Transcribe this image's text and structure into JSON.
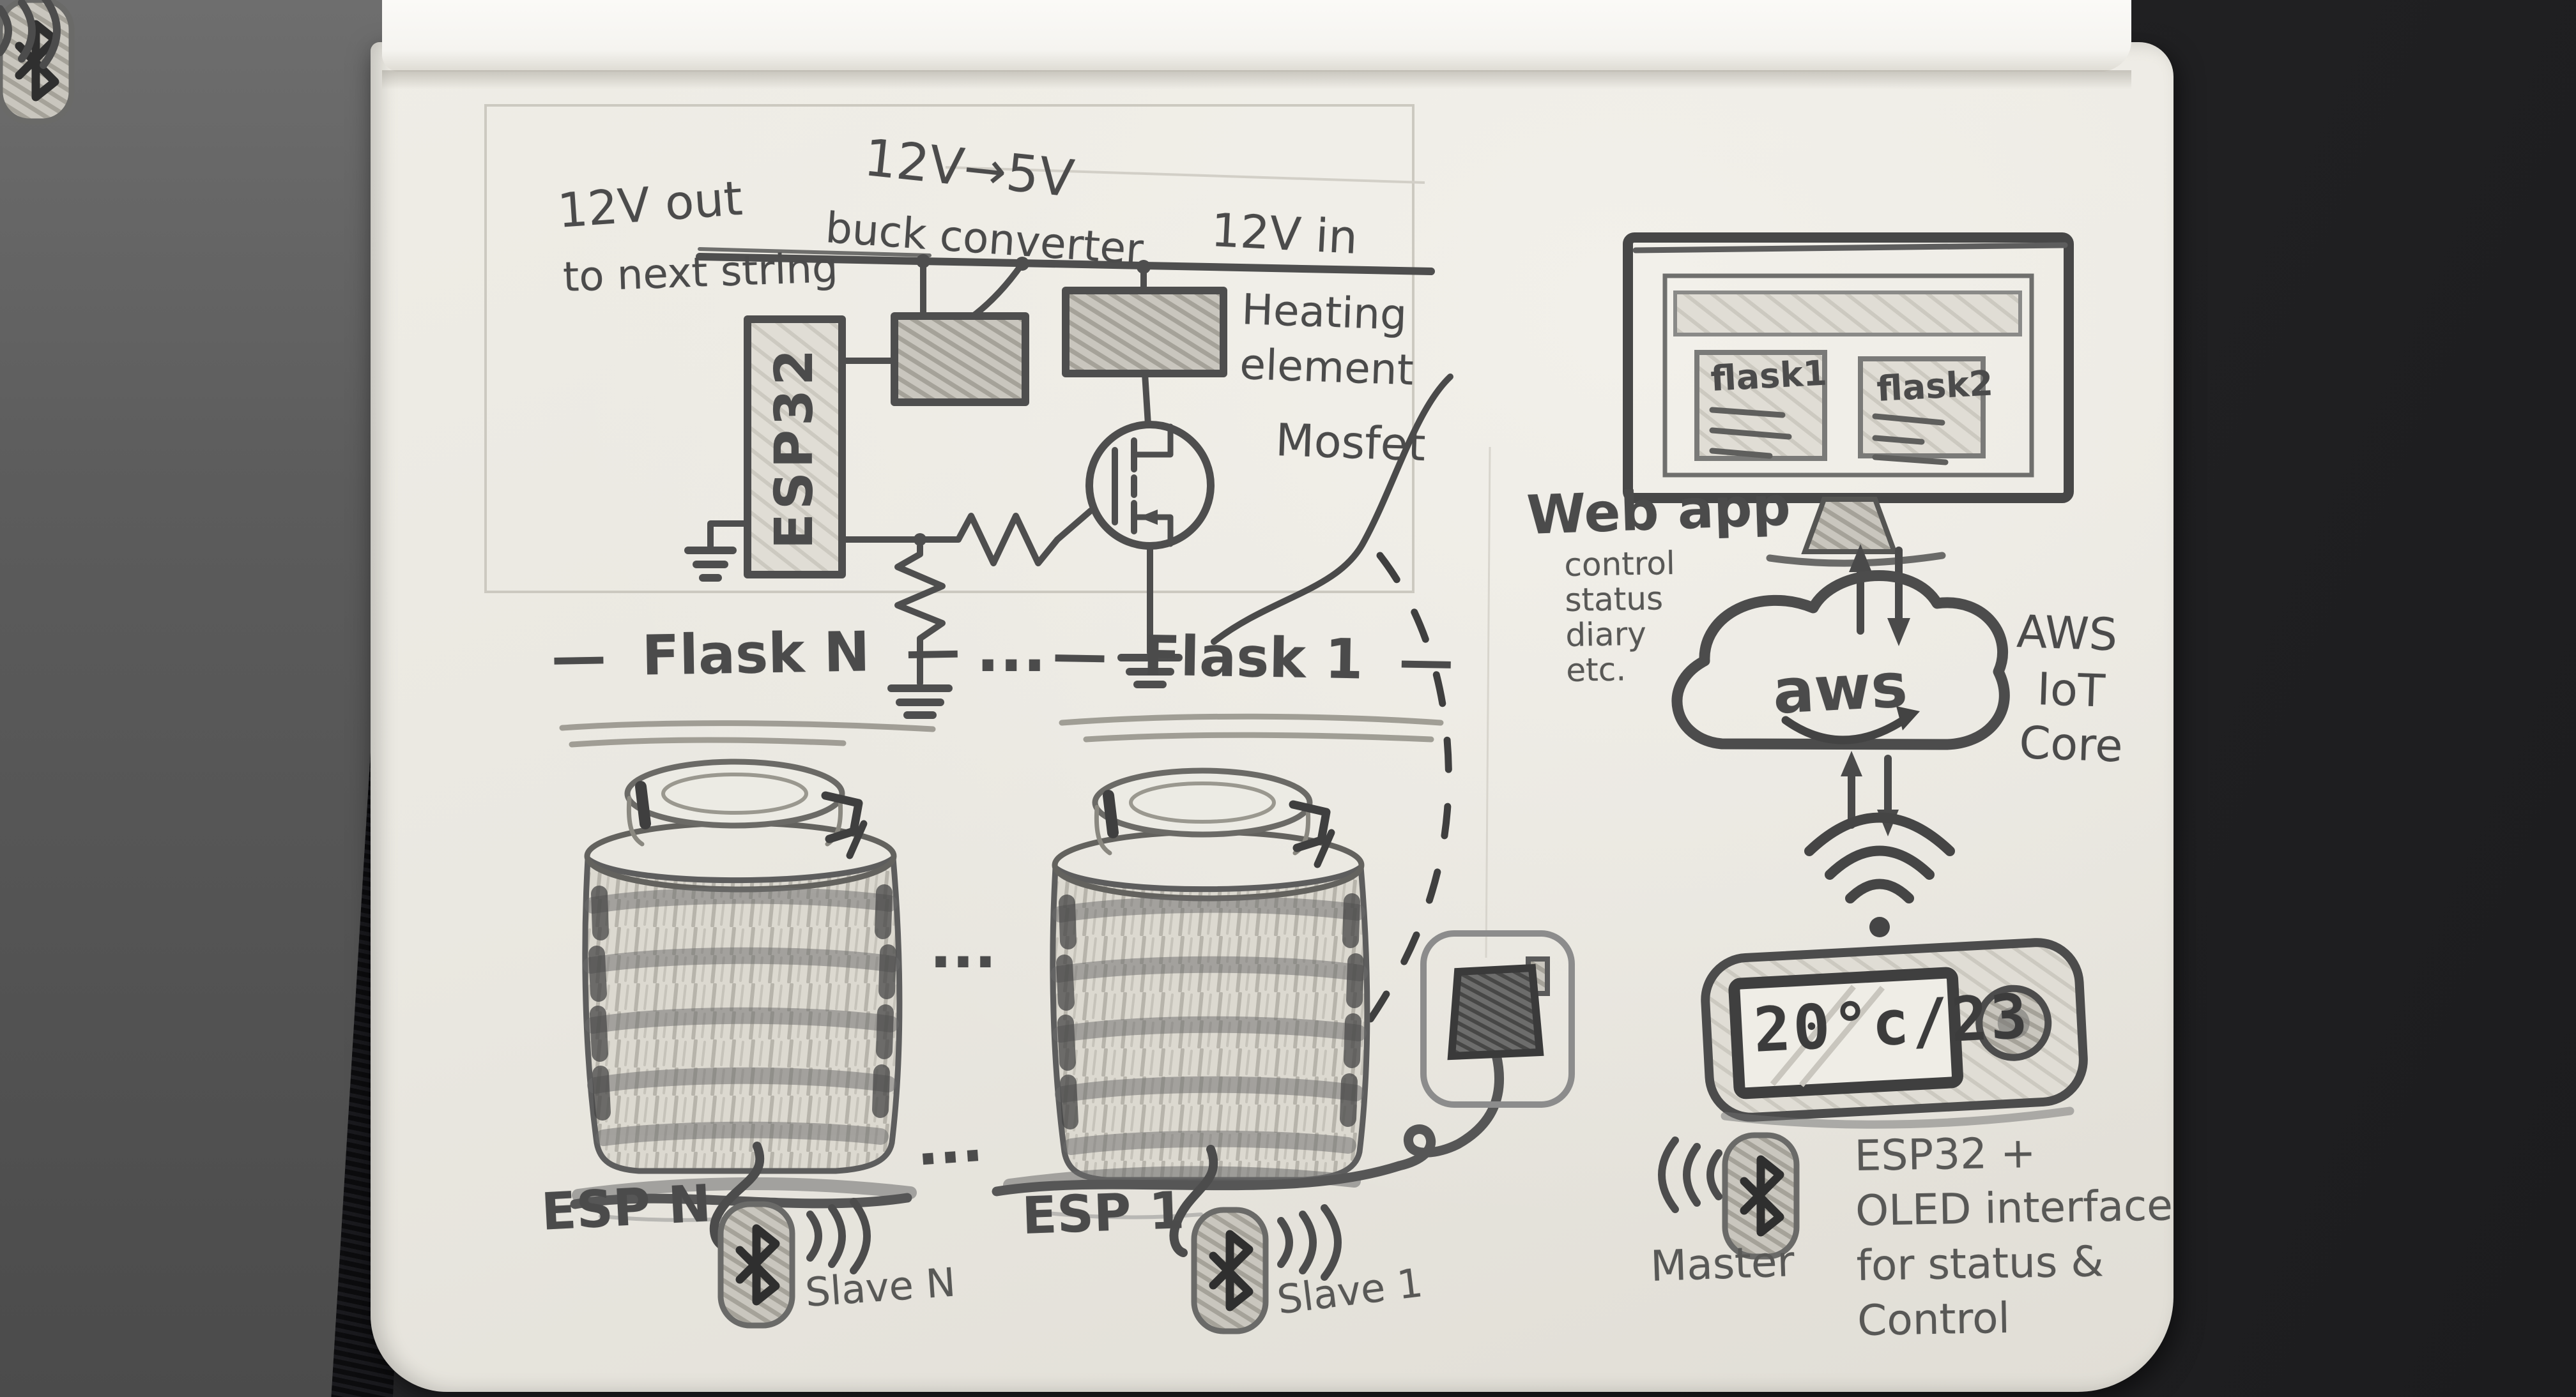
{
  "circuit": {
    "out_line1": "12V out",
    "out_line2": "to next string",
    "buck_line1": "12V→5V",
    "buck_line2": "buck converter",
    "in_label": "12V in",
    "esp32_label": "ESP32",
    "heating_line1": "Heating",
    "heating_line2": "element",
    "mosfet_label": "Mosfet"
  },
  "flasks": {
    "dash": "—",
    "flask_n_label": "Flask N",
    "flask_1_label": "Flask 1",
    "dots": "..."
  },
  "nodes": {
    "esp_n": "ESP N",
    "esp_1": "ESP 1",
    "slave_n": "Slave N",
    "slave_1": "Slave 1",
    "master": "Master"
  },
  "webapp": {
    "title": "Web app",
    "features": [
      "control",
      "status",
      "diary",
      "etc."
    ]
  },
  "screen": {
    "card1": "flask1",
    "card2": "flask2"
  },
  "cloud": {
    "logo": "aws",
    "service": [
      "AWS",
      "IoT",
      "Core"
    ]
  },
  "device": {
    "display": "20°c/23"
  },
  "controller": {
    "lines": [
      "ESP32 +",
      "OLED interface",
      "for status &",
      "Control"
    ]
  },
  "colors": {
    "pencil": "#4e4e4e",
    "paper": "#edebe4",
    "desk": "#5c5c5c",
    "cover": "#151516"
  }
}
